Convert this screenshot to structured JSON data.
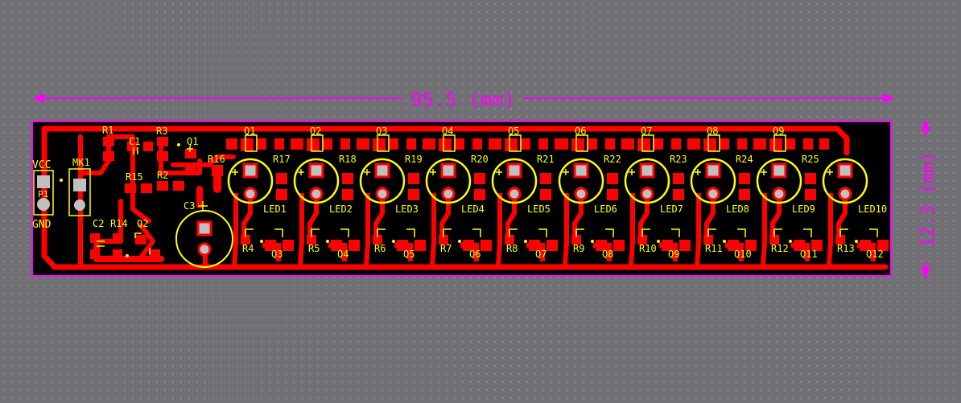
{
  "colors": {
    "background": "#707075",
    "board": "#000000",
    "copper": "#ff0000",
    "pad": "#c0c0c0",
    "silkscreen": "#ffff00",
    "dimension": "#ff00ff"
  },
  "dimensions": {
    "width_label": "95.5 (mm)",
    "height_label": "12.3 (mm)"
  },
  "connectors": {
    "p1": {
      "top": "VCC",
      "ref": "P1",
      "bottom": "GND"
    },
    "mk1": {
      "ref": "MK1"
    }
  },
  "driver_labels": [
    "R1",
    "C1",
    "R3",
    "Q1",
    "R15",
    "R2",
    "C3",
    "R16",
    "C2",
    "R14",
    "Q2"
  ],
  "transistors_top": [
    "Q1",
    "Q2",
    "Q3",
    "Q4",
    "Q5",
    "Q6",
    "Q7",
    "Q8",
    "Q9"
  ],
  "series_resistors": [
    "R17",
    "R18",
    "R19",
    "R20",
    "R21",
    "R22",
    "R23",
    "R24",
    "R25"
  ],
  "leds": [
    "LED1",
    "LED2",
    "LED3",
    "LED4",
    "LED5",
    "LED6",
    "LED7",
    "LED8",
    "LED9",
    "LED10"
  ],
  "base_resistors": [
    "R4",
    "R5",
    "R6",
    "R7",
    "R8",
    "R9",
    "R10",
    "R11",
    "R12",
    "R13"
  ],
  "transistors_bottom": [
    "Q3",
    "Q4",
    "Q5",
    "Q6",
    "Q7",
    "Q8",
    "Q9",
    "Q10",
    "Q11",
    "Q12"
  ]
}
